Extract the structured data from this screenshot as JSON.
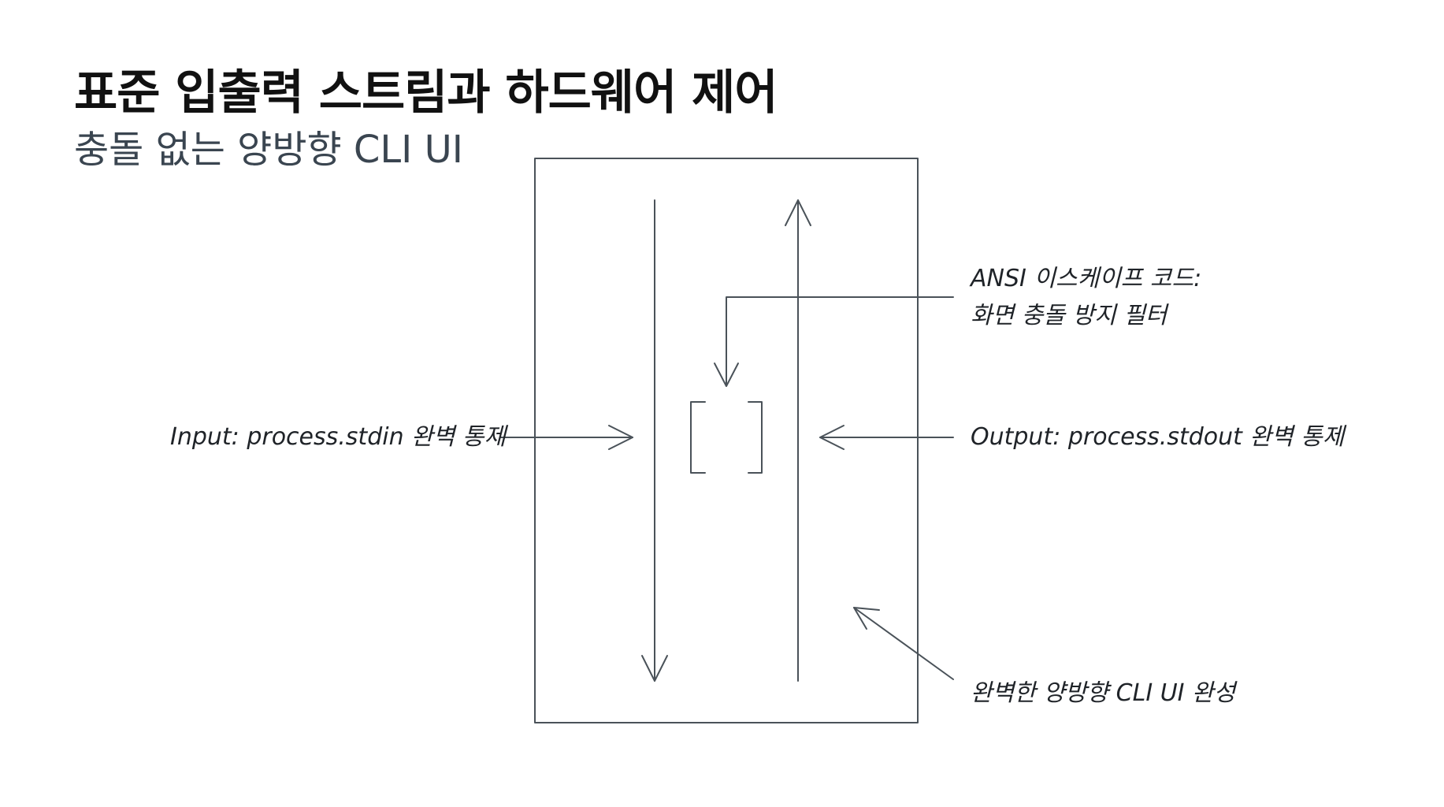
{
  "title": "표준 입출력 스트림과 하드웨어 제어",
  "subtitle": "충돌 없는 양방향 CLI UI",
  "labels": {
    "ansi_line1": "ANSI 이스케이프 코드:",
    "ansi_line2": "화면 충돌 방지 필터",
    "input": "Input: process.stdin 완벽 통제",
    "output": "Output: process.stdout 완벽 통제",
    "complete": "완벽한 양방향 CLI UI 완성"
  },
  "colors": {
    "stroke": "#4a5259",
    "text": "#1f2328",
    "subtitle": "#3a4550"
  }
}
